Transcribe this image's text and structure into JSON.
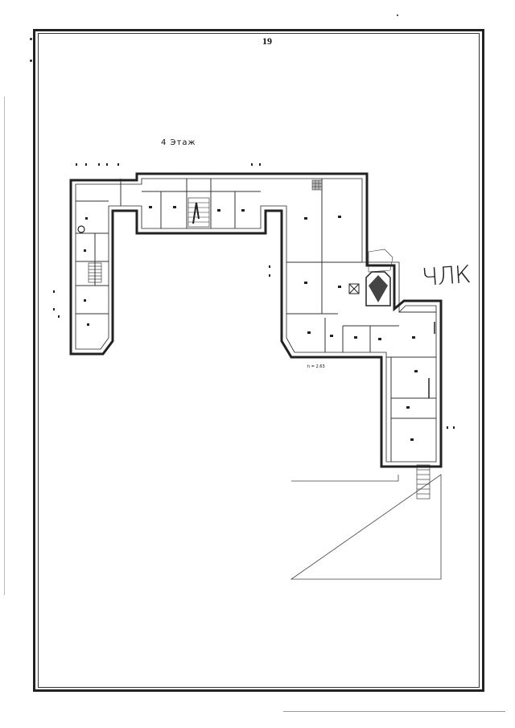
{
  "page": {
    "number": "19",
    "floor_label": "4 Этаж",
    "height_note": "h = 2.63",
    "handwritten_note": "ЧЛК"
  }
}
